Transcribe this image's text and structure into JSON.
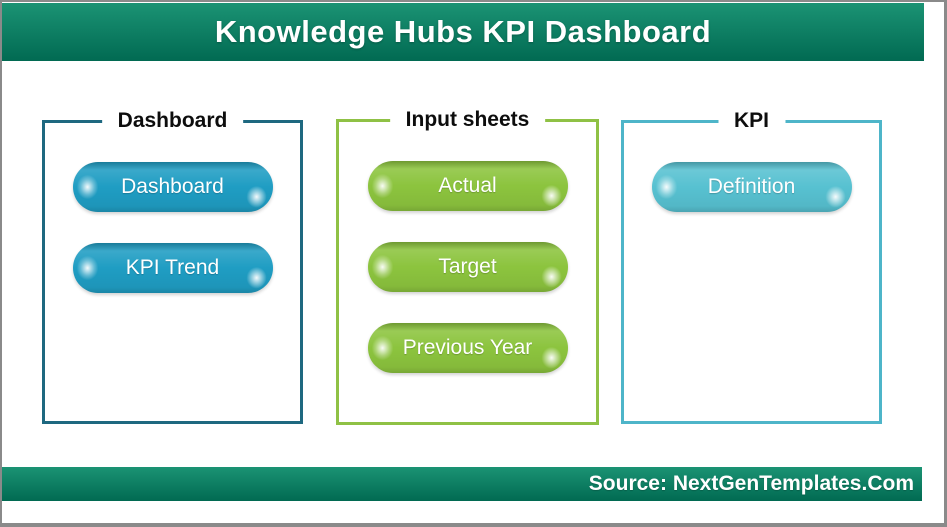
{
  "header": {
    "title": "Knowledge Hubs KPI Dashboard"
  },
  "colors": {
    "bar_gradient_top": "#1b9374",
    "bar_gradient_bottom": "#016a52",
    "page_border": "#8a8a8a"
  },
  "groups": [
    {
      "title": "Dashboard",
      "border_color": "#1e6880",
      "pill_color": "#1f9dc3",
      "pills": [
        "Dashboard",
        "KPI Trend"
      ]
    },
    {
      "title": "Input sheets",
      "border_color": "#8fc145",
      "pill_color": "#8cc43e",
      "pills": [
        "Actual",
        "Target",
        "Previous Year"
      ]
    },
    {
      "title": "KPI",
      "border_color": "#4eb5c9",
      "pill_color": "#57c1d1",
      "pills": [
        "Definition"
      ]
    }
  ],
  "footer": {
    "source_text": "Source: NextGenTemplates.Com"
  }
}
